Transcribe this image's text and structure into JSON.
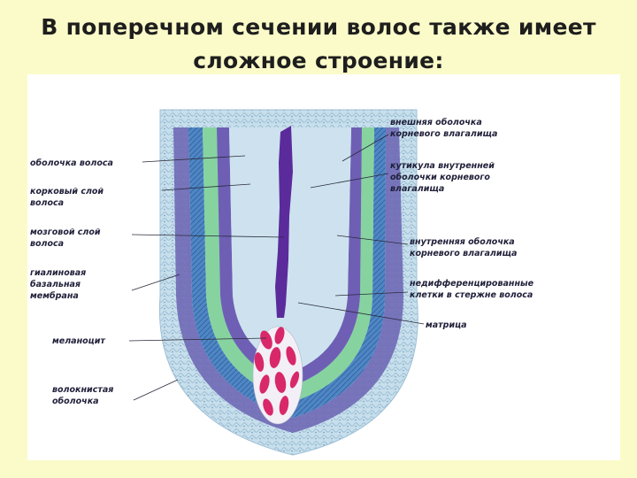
{
  "title": {
    "line1": "В поперечном сечении волос также имеет",
    "line2": "сложное строение:"
  },
  "labels": {
    "outer_sheath": [
      "внешняя оболочка",
      "корневого влагалища"
    ],
    "hair_cuticle": [
      "оболочка волоса"
    ],
    "cortex": [
      "корковый слой",
      "волоса"
    ],
    "inner_sheath_cuticle": [
      "кутикула внутренней",
      "оболочки корневого",
      "влагалища"
    ],
    "medulla": [
      "мозговой слой",
      "волоса"
    ],
    "inner_sheath": [
      "внутренняя оболочка",
      "корневого влагалища"
    ],
    "glassy_membrane": [
      "гиалиновая",
      "базальная",
      "мембрана"
    ],
    "undifferentiated": [
      "недифференцированные",
      "клетки в стержне волоса"
    ],
    "matrix": [
      "матрица"
    ],
    "melanocyte": [
      "меланоцит"
    ],
    "fibrous_sheath": [
      "волокнистая",
      "оболочка"
    ]
  },
  "colors": {
    "background": "#fbfbc9",
    "cells": "#b9d6e6",
    "outer_band": "#5b55a8",
    "green_band": "#7fcf9a",
    "inner_band": "#4f86c4",
    "medulla": "#5a2a9a",
    "papilla": "#d8286a"
  }
}
